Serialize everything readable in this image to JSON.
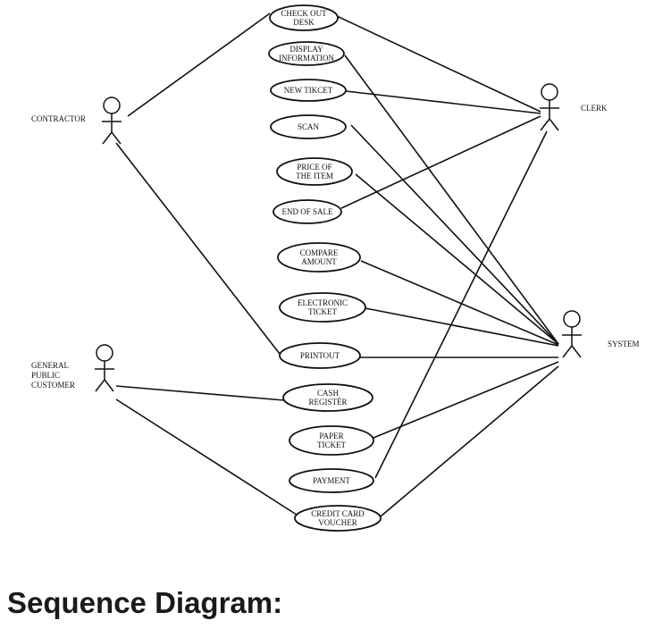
{
  "diagram": {
    "actors": [
      {
        "id": "contractor",
        "label": [
          "CONTRACTOR"
        ]
      },
      {
        "id": "clerk",
        "label": [
          "CLERK"
        ]
      },
      {
        "id": "system",
        "label": [
          "SYSTEM"
        ]
      },
      {
        "id": "customer",
        "label": [
          "GENERAL",
          "PUBLIC",
          "CUSTOMER"
        ]
      }
    ],
    "use_cases": [
      {
        "id": "checkout",
        "label": [
          "CHECK OUT",
          "DESK"
        ]
      },
      {
        "id": "display",
        "label": [
          "DISPLAY",
          "INFORMATION"
        ]
      },
      {
        "id": "newticket",
        "label": [
          "NEW TIKCET"
        ]
      },
      {
        "id": "scan",
        "label": [
          "SCAN"
        ]
      },
      {
        "id": "price",
        "label": [
          "PRICE OF",
          "THE ITEM"
        ]
      },
      {
        "id": "endsale",
        "label": [
          "END OF SALE"
        ]
      },
      {
        "id": "compare",
        "label": [
          "COMPARE",
          "AMOUNT"
        ]
      },
      {
        "id": "eticket",
        "label": [
          "ELECTRONIC",
          "TICKET"
        ]
      },
      {
        "id": "printout",
        "label": [
          "PRINTOUT"
        ]
      },
      {
        "id": "cash",
        "label": [
          "CASH",
          "REGISTÈR"
        ]
      },
      {
        "id": "paper",
        "label": [
          "PAPER",
          "TICKET"
        ]
      },
      {
        "id": "payment",
        "label": [
          "PAYMENT"
        ]
      },
      {
        "id": "voucher",
        "label": [
          "CREDIT CARD",
          "VOUCHER"
        ]
      }
    ],
    "associations": [
      [
        "contractor",
        "checkout"
      ],
      [
        "contractor",
        "printout"
      ],
      [
        "clerk",
        "checkout"
      ],
      [
        "clerk",
        "newticket"
      ],
      [
        "clerk",
        "endsale"
      ],
      [
        "clerk",
        "payment"
      ],
      [
        "system",
        "display"
      ],
      [
        "system",
        "scan"
      ],
      [
        "system",
        "price"
      ],
      [
        "system",
        "compare"
      ],
      [
        "system",
        "eticket"
      ],
      [
        "system",
        "printout"
      ],
      [
        "system",
        "paper"
      ],
      [
        "system",
        "voucher"
      ],
      [
        "customer",
        "cash"
      ],
      [
        "customer",
        "voucher"
      ]
    ]
  },
  "heading": "Sequence Diagram:"
}
